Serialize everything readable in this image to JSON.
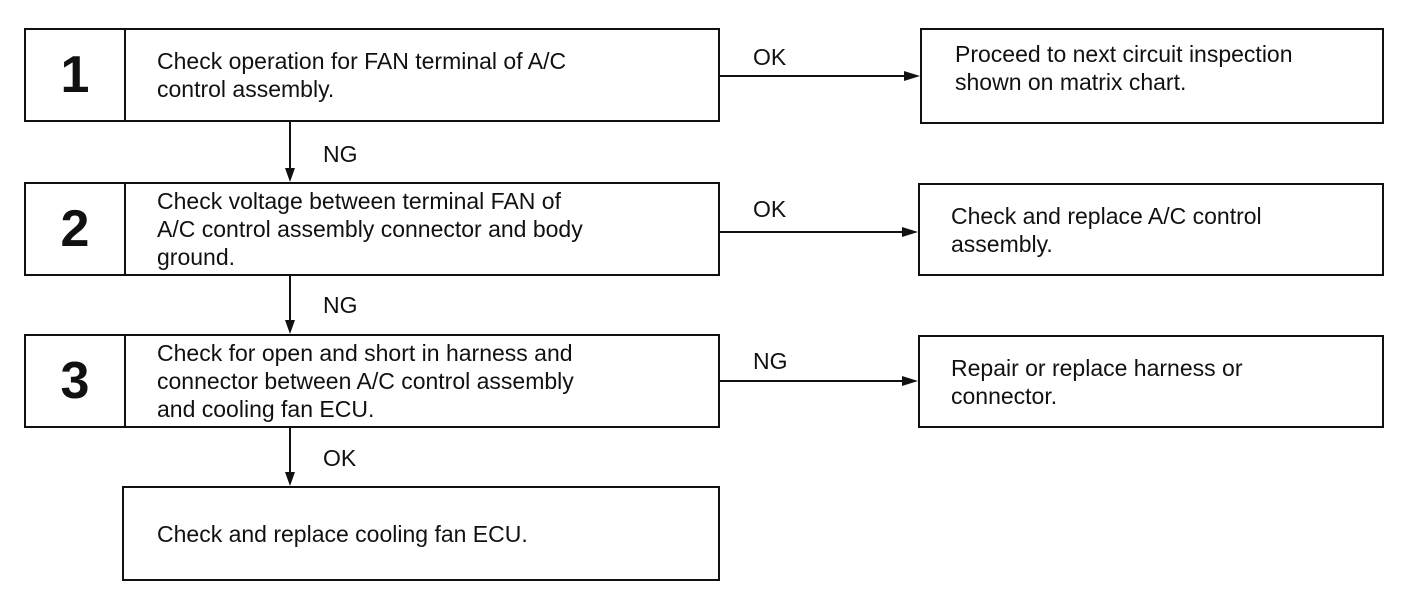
{
  "steps": [
    {
      "number": "1",
      "text": "Check operation for FAN terminal of A/C\ncontrol assembly.",
      "right_label": "OK",
      "right_result": "Proceed to next circuit inspection\nshown on matrix chart.",
      "down_label": "NG"
    },
    {
      "number": "2",
      "text": "Check voltage between terminal FAN of\nA/C control assembly connector and body\nground.",
      "right_label": "OK",
      "right_result": "Check and replace A/C control\nassembly.",
      "down_label": "NG"
    },
    {
      "number": "3",
      "text": "Check for open and short in harness and\nconnector between A/C control assembly\nand cooling fan ECU.",
      "right_label": "NG",
      "right_result": "Repair or replace harness or\nconnector.",
      "down_label": "OK"
    }
  ],
  "final": {
    "text": "Check and replace cooling fan ECU."
  },
  "colors": {
    "line": "#111111",
    "background": "#ffffff"
  }
}
